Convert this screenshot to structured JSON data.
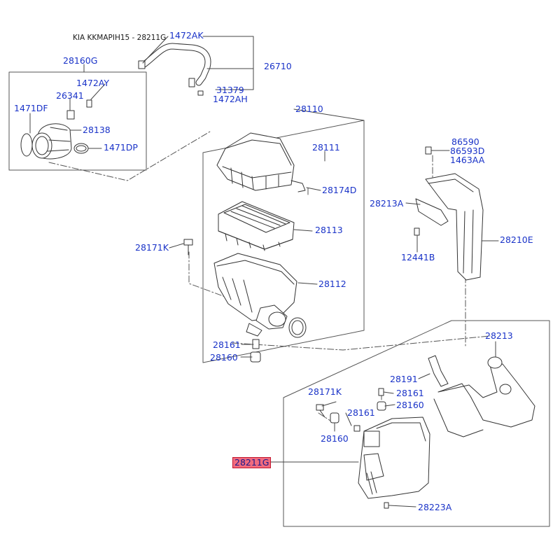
{
  "header": "KIA KKMAPIH15 - 28211G",
  "parts": [
    {
      "id": "1472AK",
      "label": "1472AK"
    },
    {
      "id": "26710",
      "label": "26710"
    },
    {
      "id": "28160G",
      "label": "28160G"
    },
    {
      "id": "1472AY",
      "label": "1472AY"
    },
    {
      "id": "26341",
      "label": "26341"
    },
    {
      "id": "1471DF",
      "label": "1471DF"
    },
    {
      "id": "28138",
      "label": "28138"
    },
    {
      "id": "1471DP",
      "label": "1471DP"
    },
    {
      "id": "31379",
      "label": "31379"
    },
    {
      "id": "1472AH",
      "label": "1472AH"
    },
    {
      "id": "28110",
      "label": "28110"
    },
    {
      "id": "28111",
      "label": "28111"
    },
    {
      "id": "28174D",
      "label": "28174D"
    },
    {
      "id": "28113",
      "label": "28113"
    },
    {
      "id": "28171K-top",
      "label": "28171K"
    },
    {
      "id": "28112",
      "label": "28112"
    },
    {
      "id": "28161-top",
      "label": "28161"
    },
    {
      "id": "28160-top",
      "label": "28160"
    },
    {
      "id": "86590",
      "label": "86590"
    },
    {
      "id": "86593D",
      "label": "86593D"
    },
    {
      "id": "1463AA",
      "label": "1463AA"
    },
    {
      "id": "28213A",
      "label": "28213A"
    },
    {
      "id": "28210E",
      "label": "28210E"
    },
    {
      "id": "12441B",
      "label": "12441B"
    },
    {
      "id": "28213",
      "label": "28213"
    },
    {
      "id": "28191",
      "label": "28191"
    },
    {
      "id": "28171K-bottom",
      "label": "28171K"
    },
    {
      "id": "28161-right",
      "label": "28161"
    },
    {
      "id": "28161-mid",
      "label": "28161"
    },
    {
      "id": "28160-right",
      "label": "28160"
    },
    {
      "id": "28160-bottom",
      "label": "28160"
    },
    {
      "id": "28211G",
      "label": "28211G",
      "highlighted": true
    },
    {
      "id": "28223A",
      "label": "28223A"
    }
  ],
  "colors": {
    "label": "#1a33c8",
    "line": "#333333",
    "highlight_fill": "#f26b7e",
    "highlight_border": "#c2182f"
  }
}
